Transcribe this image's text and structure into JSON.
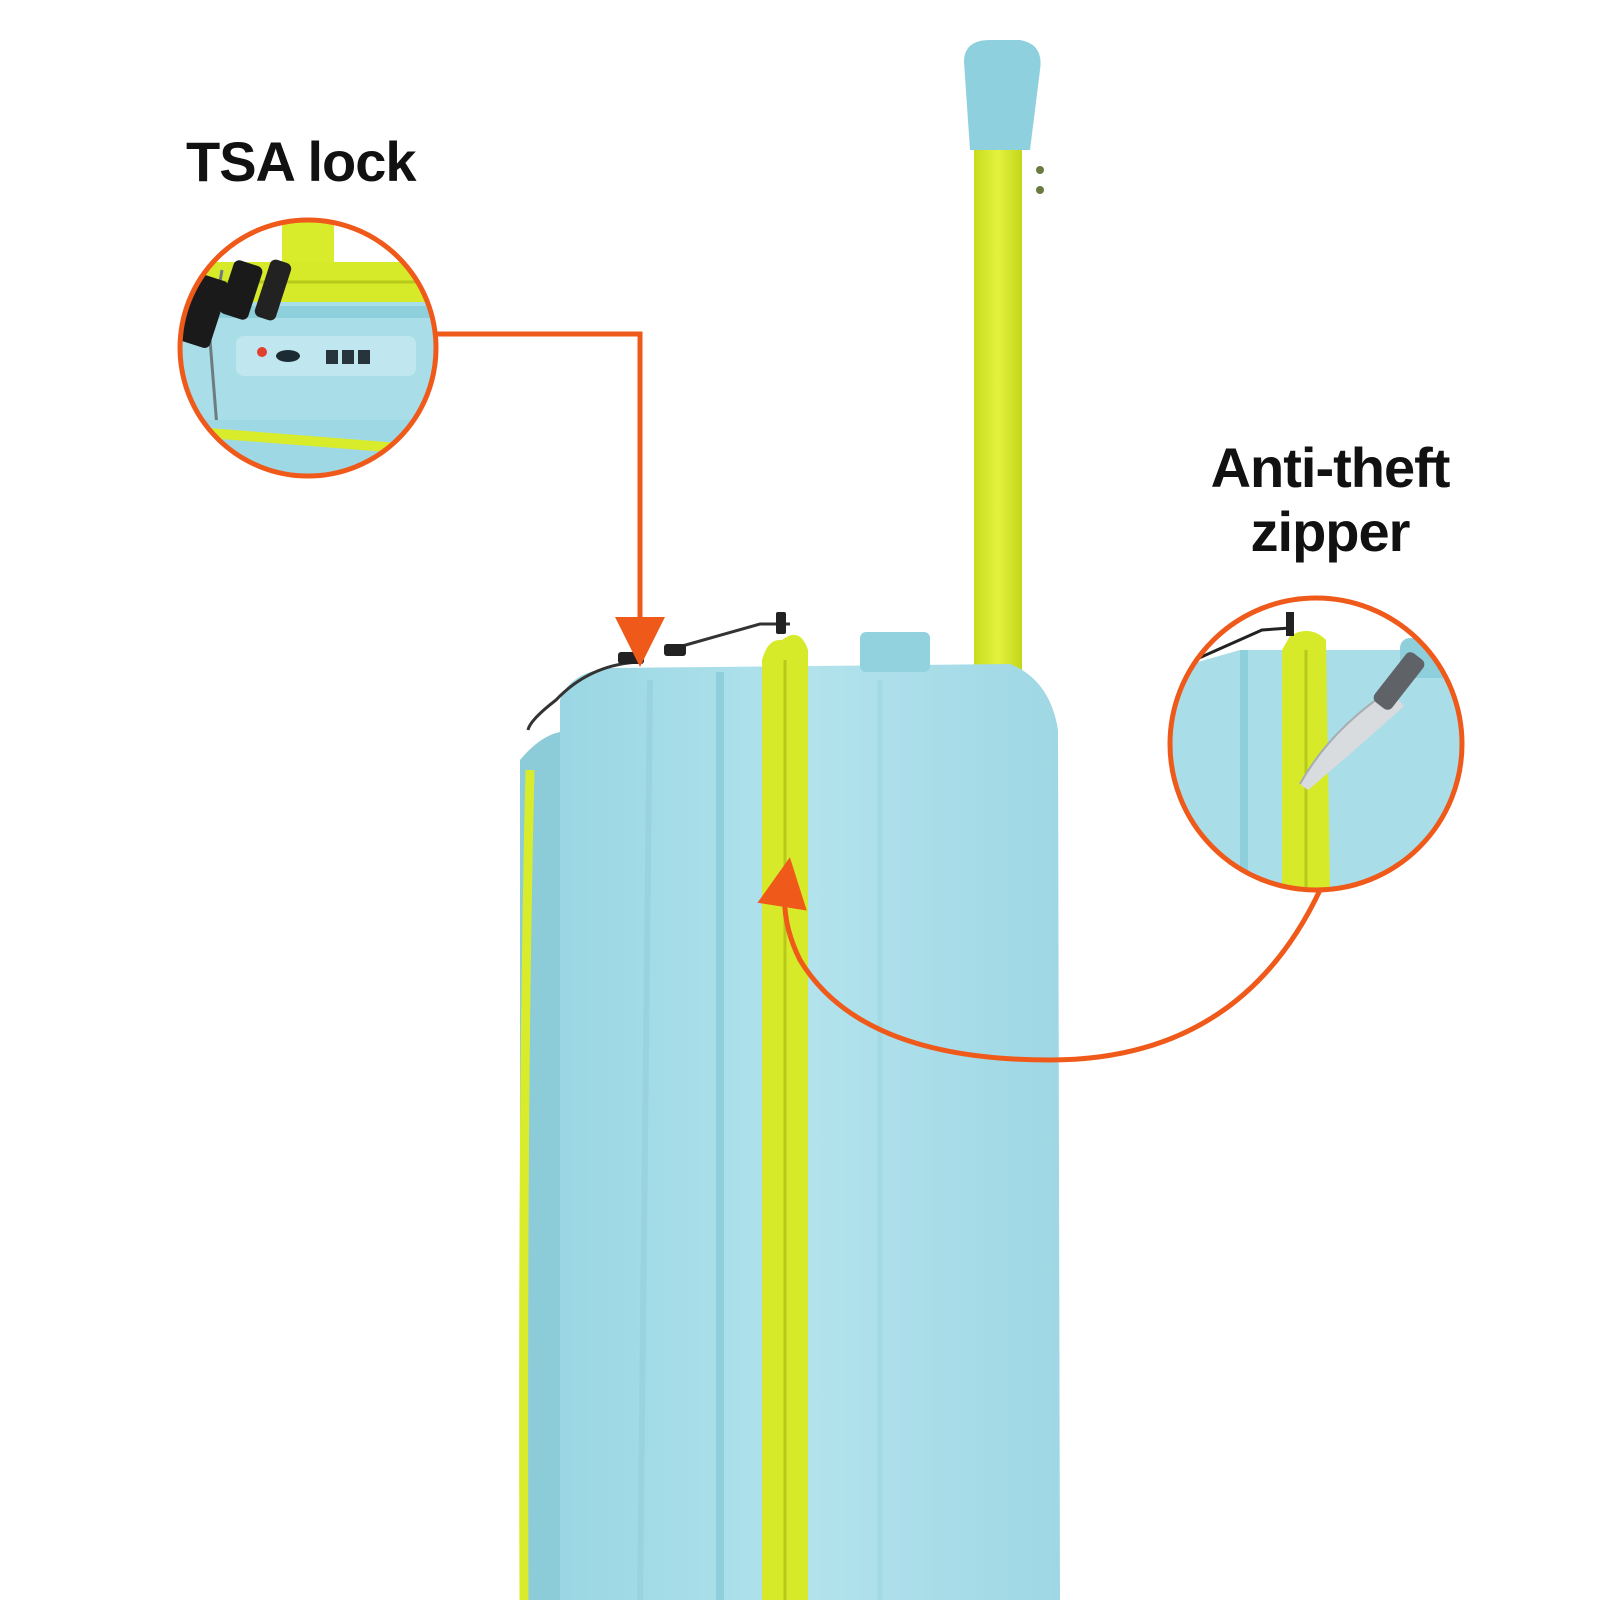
{
  "labels": {
    "tsa_lock": "TSA lock",
    "anti_theft_line1": "Anti-theft",
    "anti_theft_line2": "zipper"
  },
  "colors": {
    "background": "#ffffff",
    "shell": "#a6dde8",
    "shell_shadow": "#8ccbd8",
    "accent": "#d9ec2c",
    "callout": "#ef5a1b",
    "text": "#111111"
  },
  "icons": {
    "tsa_detail": "tsa-lock-closeup",
    "zipper_detail": "knife-on-zipper-closeup",
    "callout_arrow": "arrow-icon"
  }
}
